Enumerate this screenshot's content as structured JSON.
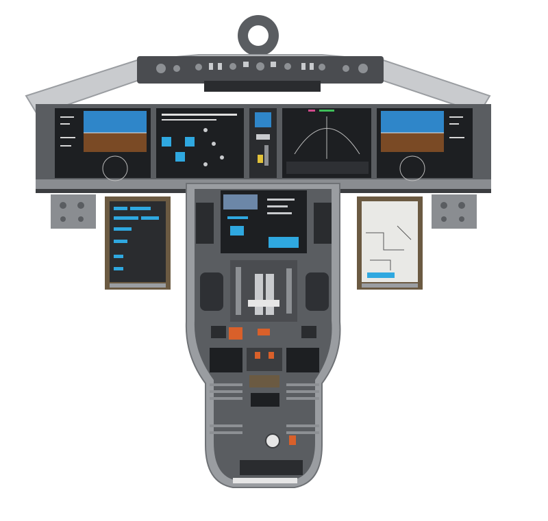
{
  "scene": {
    "subject": "aircraft-flight-deck-illustration",
    "text_labels": []
  },
  "colors": {
    "background": "#ffffff",
    "panel_dark": "#3b3d40",
    "panel_mid": "#5a5d61",
    "panel_light": "#9a9da1",
    "frame_silver": "#c9cbce",
    "screen_black": "#1d1f22",
    "sky_blue": "#2f86c9",
    "ground_brown": "#7a4a25",
    "accent_cyan": "#2fa8e0",
    "bezel_brown": "#6b5a42",
    "warning_orange": "#d9602a",
    "caution_yellow": "#e2c23a"
  },
  "displays": [
    {
      "id": "capt-pfd",
      "type": "primary-flight-display"
    },
    {
      "id": "capt-nd",
      "type": "navigation-display"
    },
    {
      "id": "eicas",
      "type": "engine-indication"
    },
    {
      "id": "fo-nd",
      "type": "navigation-display"
    },
    {
      "id": "fo-pfd",
      "type": "primary-flight-display"
    },
    {
      "id": "capt-mfd",
      "type": "multifunction-display"
    },
    {
      "id": "fo-mfd",
      "type": "multifunction-display"
    },
    {
      "id": "pedestal-cdu",
      "type": "control-display-unit"
    }
  ]
}
